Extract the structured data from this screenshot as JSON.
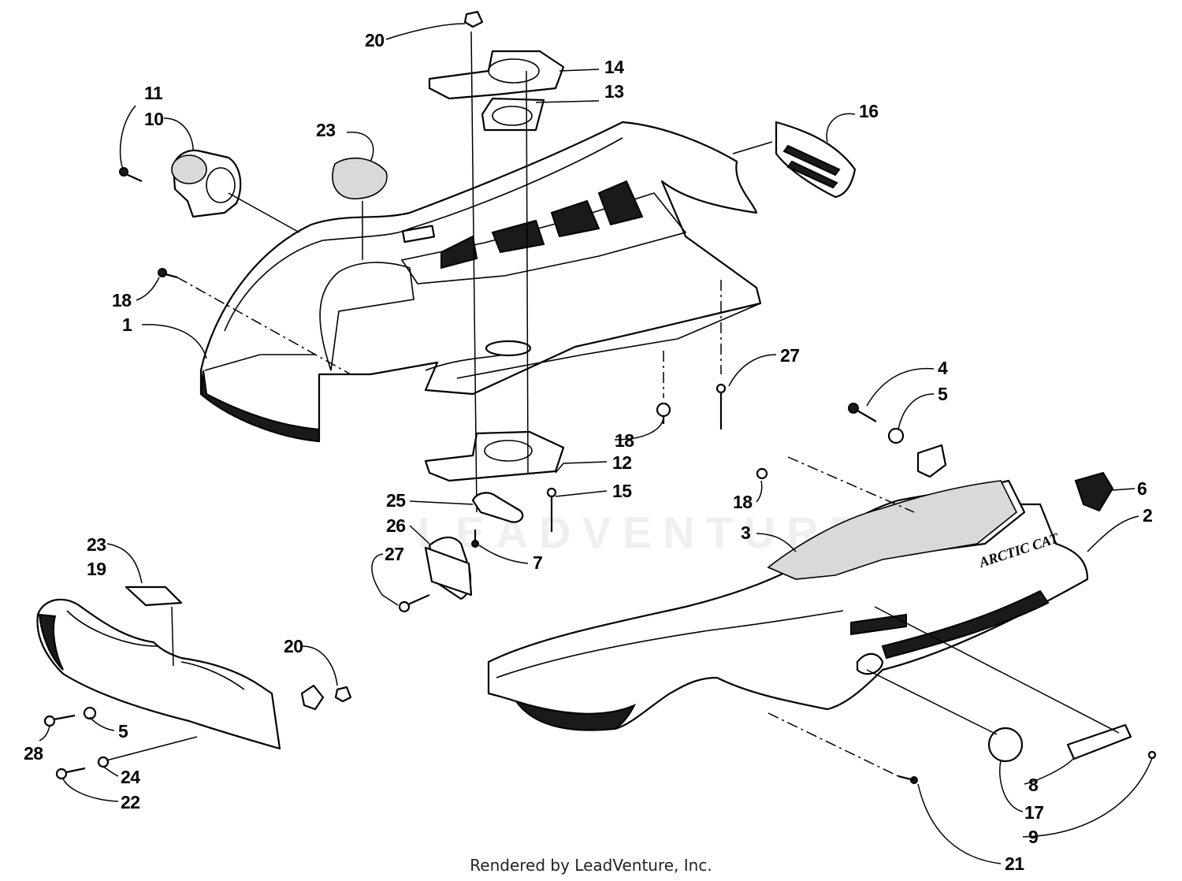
{
  "diagram": {
    "brand_text": "ARCTIC CAT",
    "watermark": "LEADVENTURE",
    "footer": "Rendered by LeadVenture, Inc.",
    "callouts": [
      {
        "id": "c20a",
        "label": "20"
      },
      {
        "id": "c14",
        "label": "14"
      },
      {
        "id": "c13",
        "label": "13"
      },
      {
        "id": "c11",
        "label": "11"
      },
      {
        "id": "c10",
        "label": "10"
      },
      {
        "id": "c23a",
        "label": "23"
      },
      {
        "id": "c16",
        "label": "16"
      },
      {
        "id": "c18a",
        "label": "18"
      },
      {
        "id": "c1",
        "label": "1"
      },
      {
        "id": "c27a",
        "label": "27"
      },
      {
        "id": "c4",
        "label": "4"
      },
      {
        "id": "c5a",
        "label": "5"
      },
      {
        "id": "c18b",
        "label": "18"
      },
      {
        "id": "c12",
        "label": "12"
      },
      {
        "id": "c15",
        "label": "15"
      },
      {
        "id": "c18c",
        "label": "18"
      },
      {
        "id": "c6",
        "label": "6"
      },
      {
        "id": "c2",
        "label": "2"
      },
      {
        "id": "c25",
        "label": "25"
      },
      {
        "id": "c26",
        "label": "26"
      },
      {
        "id": "c3",
        "label": "3"
      },
      {
        "id": "c23b",
        "label": "23"
      },
      {
        "id": "c19",
        "label": "19"
      },
      {
        "id": "c27b",
        "label": "27"
      },
      {
        "id": "c7",
        "label": "7"
      },
      {
        "id": "c20b",
        "label": "20"
      },
      {
        "id": "c5b",
        "label": "5"
      },
      {
        "id": "c28",
        "label": "28"
      },
      {
        "id": "c24",
        "label": "24"
      },
      {
        "id": "c22",
        "label": "22"
      },
      {
        "id": "c8",
        "label": "8"
      },
      {
        "id": "c17",
        "label": "17"
      },
      {
        "id": "c9",
        "label": "9"
      },
      {
        "id": "c21",
        "label": "21"
      }
    ]
  }
}
